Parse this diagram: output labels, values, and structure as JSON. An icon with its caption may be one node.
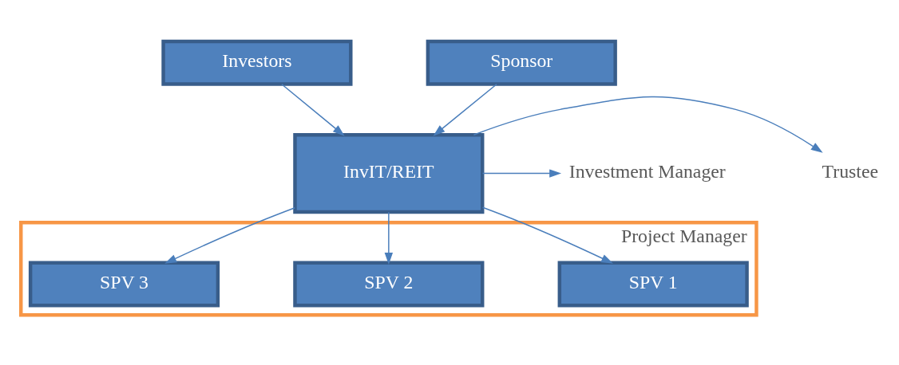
{
  "diagram": {
    "nodes": [
      {
        "text": [
          "Investors"
        ]
      },
      {
        "text": [
          "Sponsor"
        ]
      },
      {
        "text": [
          "InvIT/REIT"
        ]
      },
      {
        "text": [
          "Trustee"
        ]
      },
      {
        "text": [
          "Investment Manager"
        ]
      },
      {
        "text": [
          "Project Manager"
        ]
      },
      {
        "text": [
          "SPV 1"
        ],
        "in": 5
      },
      {
        "text": [
          "SPV 2"
        ],
        "in": 5
      },
      {
        "text": [
          "SPV 3"
        ],
        "in": 5
      }
    ],
    "edges": [
      {
        "from": 0,
        "to": 2,
        "arrow": "to"
      },
      {
        "from": 1,
        "to": 2,
        "arrow": "to"
      },
      {
        "from": 2,
        "to": 3,
        "arrow": "to"
      },
      {
        "from": 2,
        "to": 4,
        "arrow": "to"
      },
      {
        "from": 2,
        "to": 6,
        "arrow": "to"
      },
      {
        "from": 2,
        "to": 7,
        "arrow": "to"
      },
      {
        "from": 2,
        "to": 8,
        "arrow": "to"
      }
    ]
  }
}
